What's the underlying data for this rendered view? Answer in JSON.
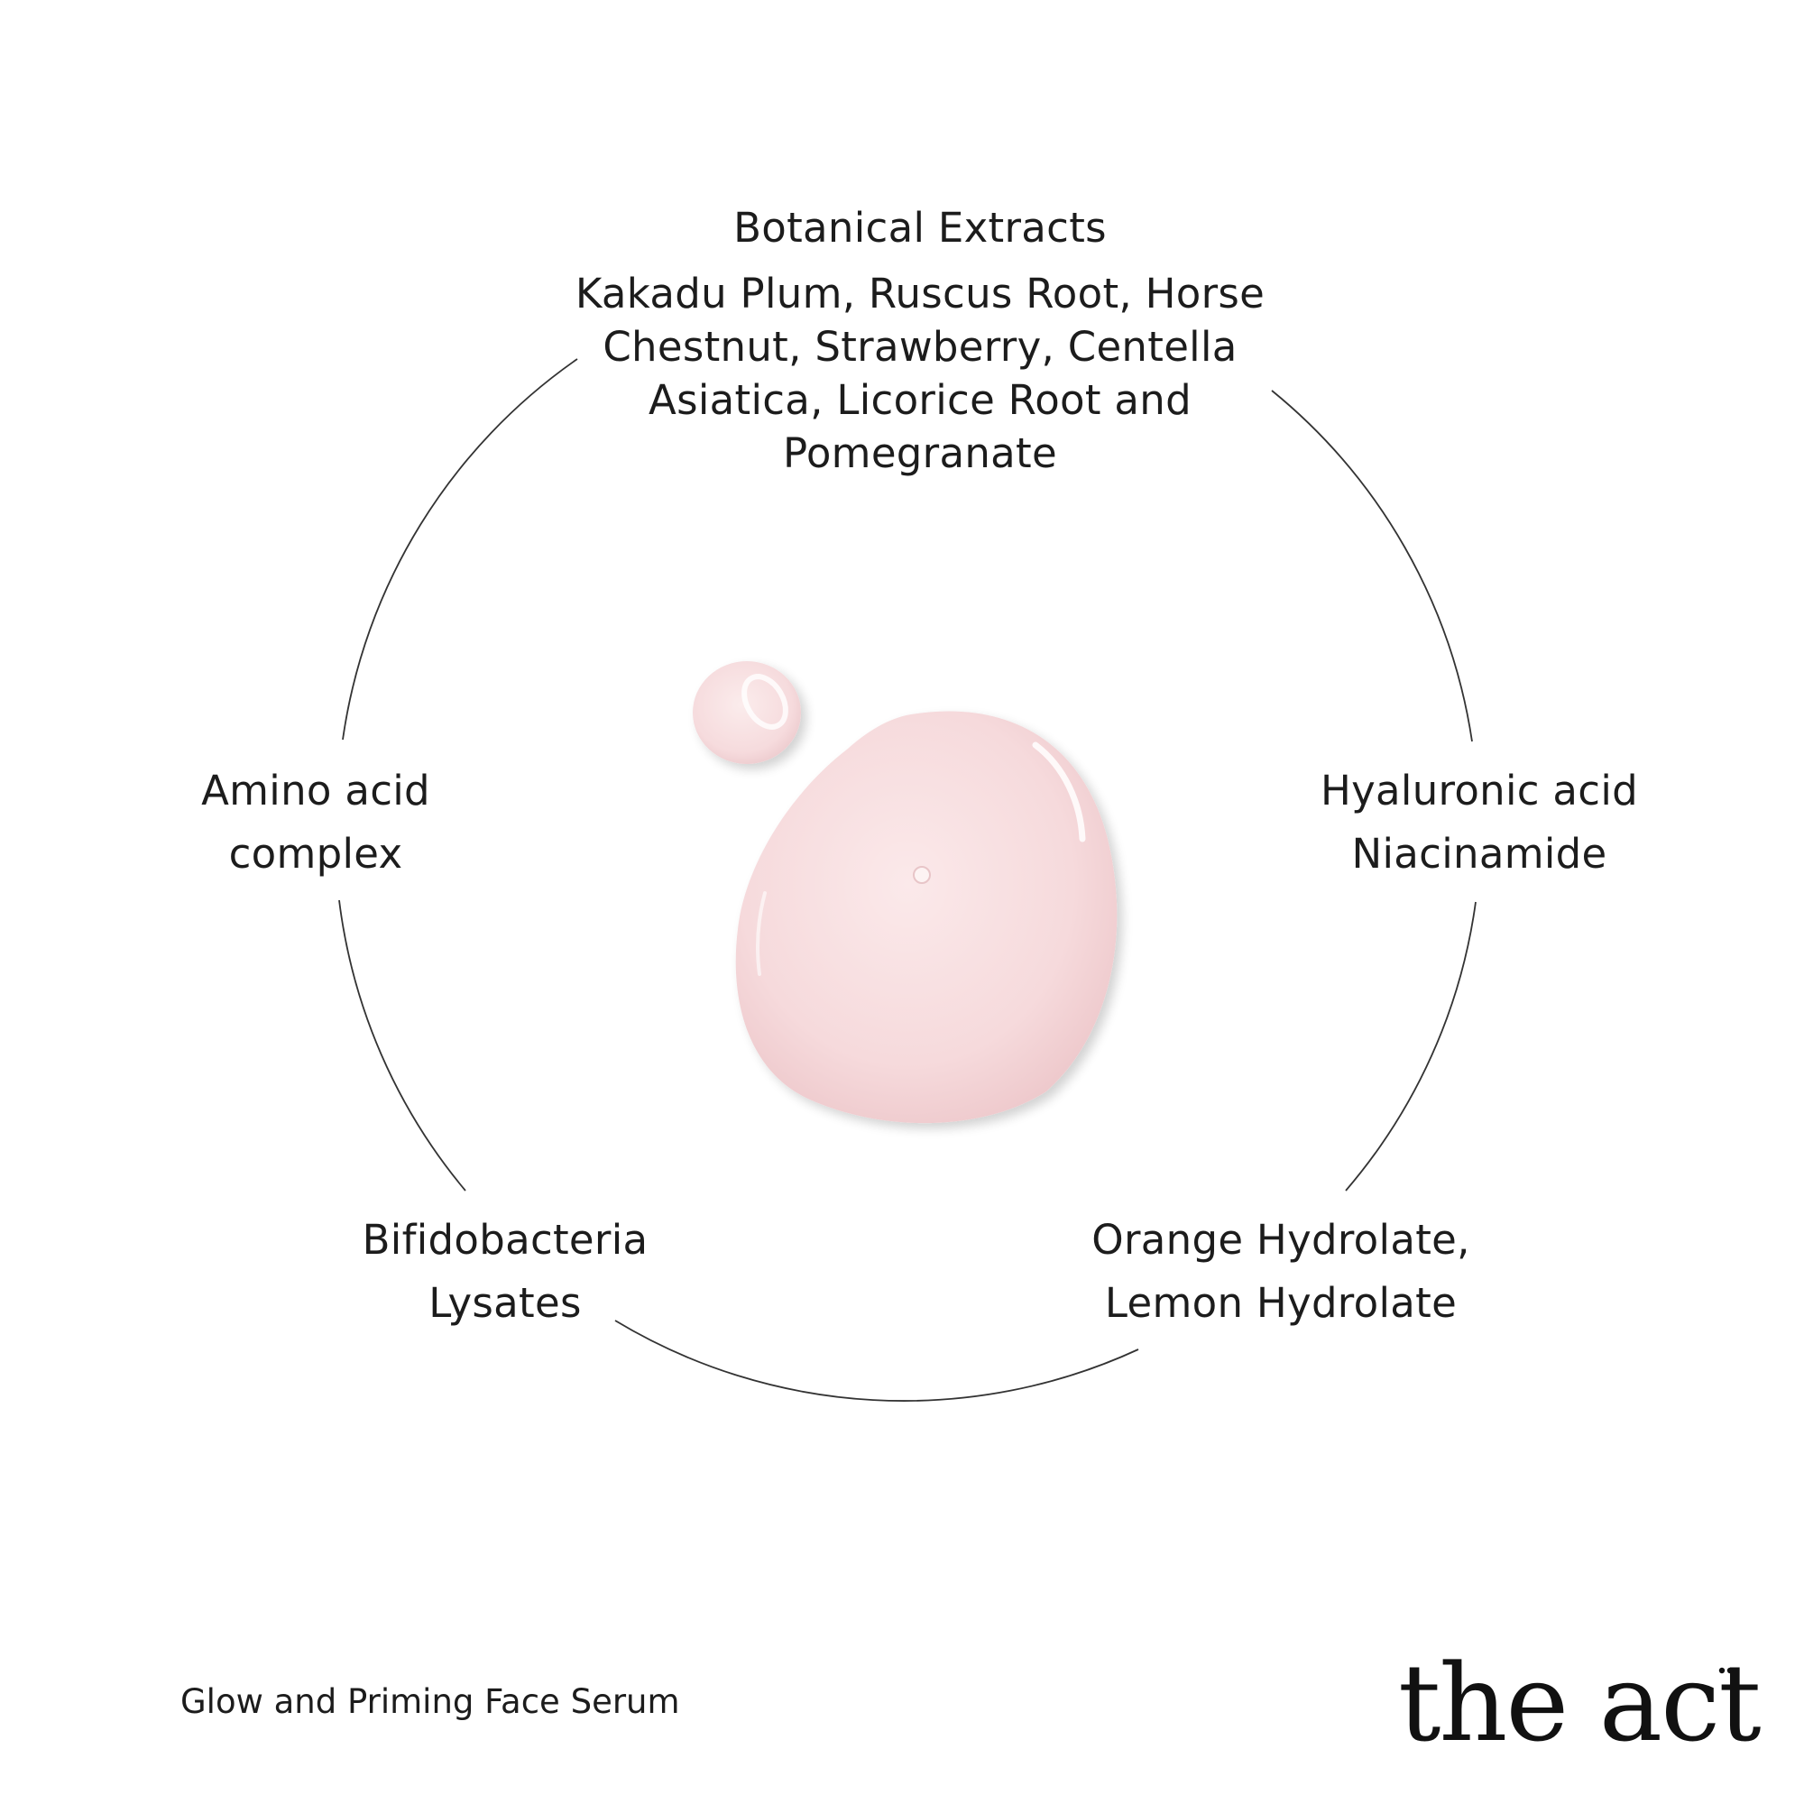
{
  "ingredients": {
    "top": {
      "title": "Botanical Extracts",
      "lines": [
        "Kakadu Plum, Ruscus Root, Horse",
        "Chestnut, Strawberry, Centella",
        "Asiatica, Licorice Root and",
        "Pomegranate"
      ]
    },
    "left": {
      "lines": [
        "Amino acid",
        "complex"
      ]
    },
    "right": {
      "lines": [
        "Hyaluronic acid",
        "Niacinamide"
      ]
    },
    "bottom_left": {
      "lines": [
        "Bifidobacteria",
        "Lysates"
      ]
    },
    "bottom_right": {
      "lines": [
        "Orange Hydrolate,",
        "Lemon Hydrolate"
      ]
    }
  },
  "footer": {
    "product_name": "Glow and Priming Face Serum",
    "brand": "the act"
  },
  "colors": {
    "serum_pink": "#f5d9db",
    "ring_line": "#333333",
    "text": "#1c1c1c"
  }
}
